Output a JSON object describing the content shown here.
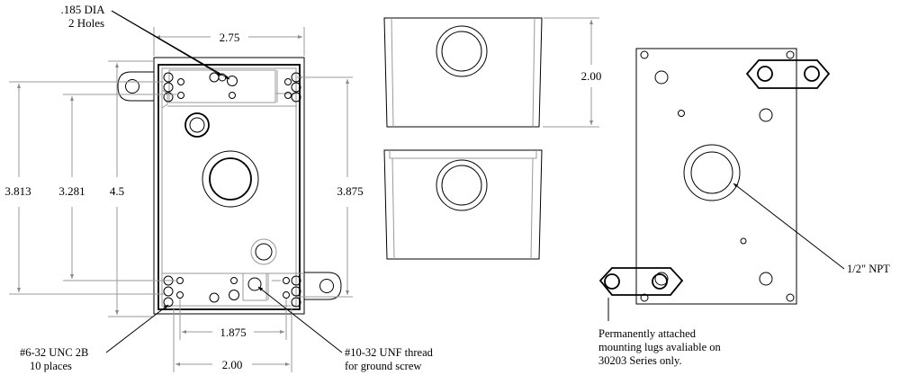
{
  "front_view": {
    "hole_callout_line1": ".185  DIA",
    "hole_callout_line2": "2 Holes",
    "width_top": "2.75",
    "height_outer": "4.5",
    "height_left_outer": "3.813",
    "height_left_inner": "3.281",
    "height_right": "3.875",
    "spacing_inner": "1.875",
    "spacing_outer": "2.00",
    "tap_callout_line1": "#6-32 UNC 2B",
    "tap_callout_line2": "10 places",
    "ground_callout_line1": "#10-32 UNF thread",
    "ground_callout_line2": "for ground screw"
  },
  "end_view": {
    "height": "2.00"
  },
  "back_view": {
    "npt_label": "1/2\" NPT",
    "lug_note_line1": "Permanently attached",
    "lug_note_line2": "mounting lugs avaliable on",
    "lug_note_line3": "30203 Series only."
  }
}
